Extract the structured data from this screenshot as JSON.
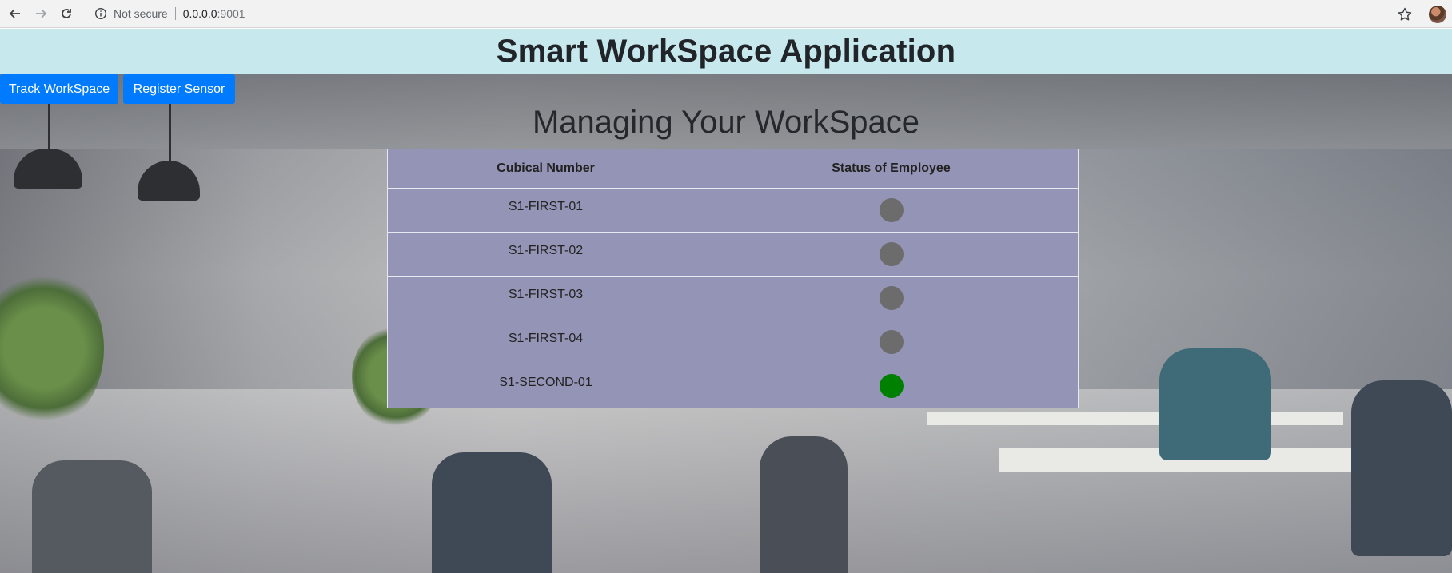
{
  "browser": {
    "security_label": "Not secure",
    "host": "0.0.0.0",
    "port": ":9001"
  },
  "header": {
    "title": "Smart WorkSpace Application"
  },
  "nav": {
    "track_label": "Track WorkSpace",
    "register_label": "Register Sensor"
  },
  "main": {
    "title": "Managing Your WorkSpace",
    "table": {
      "columns": [
        "Cubical Number",
        "Status of Employee"
      ],
      "rows": [
        {
          "cubical": "S1-FIRST-01",
          "status_color": "#6c6c6c"
        },
        {
          "cubical": "S1-FIRST-02",
          "status_color": "#6c6c6c"
        },
        {
          "cubical": "S1-FIRST-03",
          "status_color": "#6c6c6c"
        },
        {
          "cubical": "S1-FIRST-04",
          "status_color": "#6c6c6c"
        },
        {
          "cubical": "S1-SECOND-01",
          "status_color": "#008000"
        }
      ]
    }
  },
  "colors": {
    "header_bg": "#c7e8ec",
    "button_bg": "#007bff",
    "table_bg": "#9494b6",
    "status_absent": "#6c6c6c",
    "status_present": "#008000"
  }
}
